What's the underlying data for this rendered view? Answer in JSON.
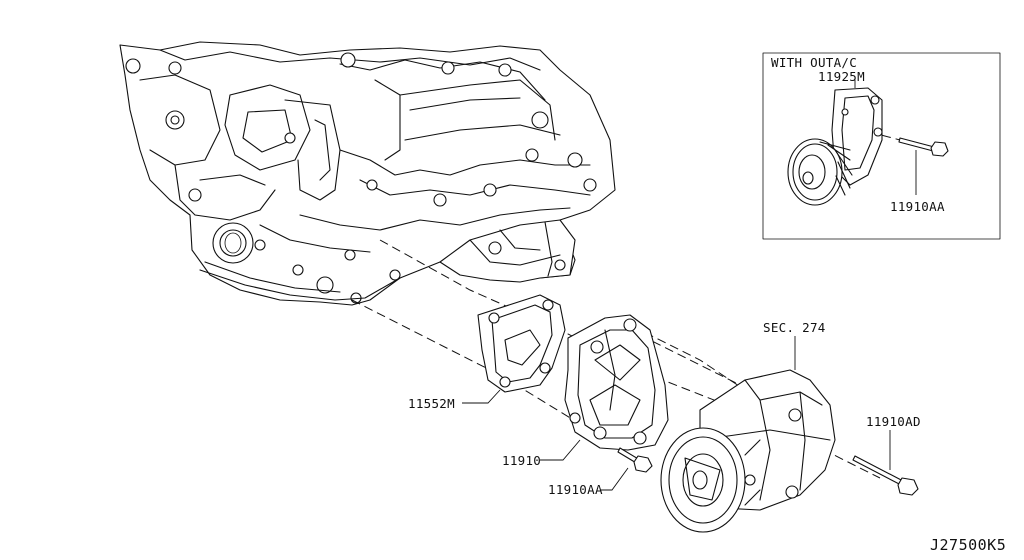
{
  "inset": {
    "title": "WITH OUTA/C",
    "part_idler": "11925M",
    "part_bolt": "11910AA"
  },
  "parts": {
    "bracket_plate": "11552M",
    "bracket_main": "11910",
    "bolt_bracket": "11910AA",
    "compressor_ref": "SEC. 274",
    "bolt_compressor": "11910AD"
  },
  "diagram_code": "J27500K5"
}
